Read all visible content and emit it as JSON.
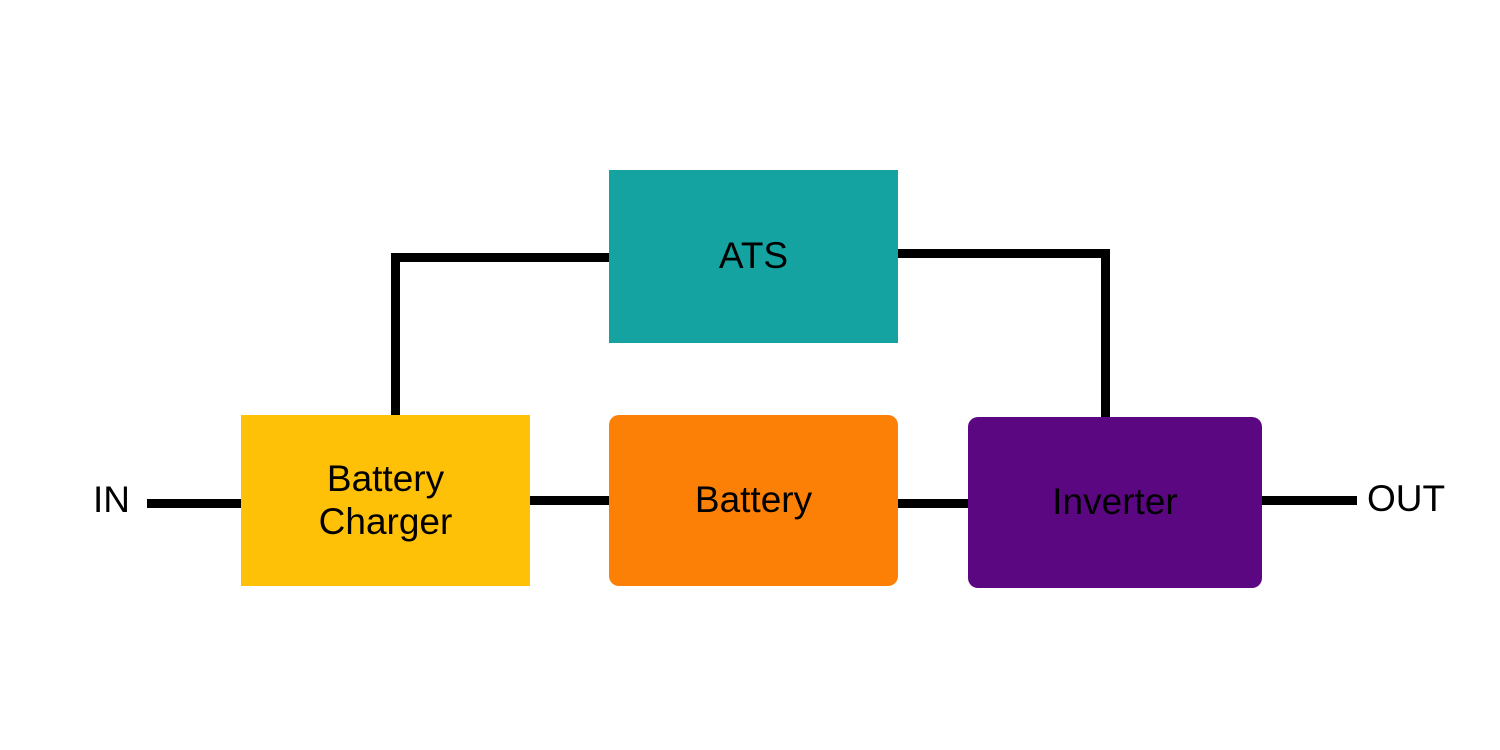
{
  "diagram": {
    "type": "block-diagram",
    "background": "#FFFFFF",
    "line_color": "#000000",
    "text_color": "#000000",
    "nodes": [
      {
        "id": "ats",
        "label": "ATS",
        "color": "#14A3A0",
        "shape": "rect"
      },
      {
        "id": "battery-charger",
        "label": "Battery\nCharger",
        "color": "#FFC107",
        "shape": "rect"
      },
      {
        "id": "battery",
        "label": "Battery",
        "color": "#FB8005",
        "shape": "rounded-rect"
      },
      {
        "id": "inverter",
        "label": "Inverter",
        "color": "#5B0781",
        "shape": "rounded-rect"
      }
    ],
    "terminals": {
      "input": "IN",
      "output": "OUT"
    },
    "connections": [
      {
        "from": "IN",
        "to": "Battery Charger"
      },
      {
        "from": "Battery Charger",
        "to": "ATS"
      },
      {
        "from": "Battery Charger",
        "to": "Battery"
      },
      {
        "from": "Battery",
        "to": "Inverter"
      },
      {
        "from": "ATS",
        "to": "Inverter"
      },
      {
        "from": "Inverter",
        "to": "OUT"
      }
    ]
  }
}
